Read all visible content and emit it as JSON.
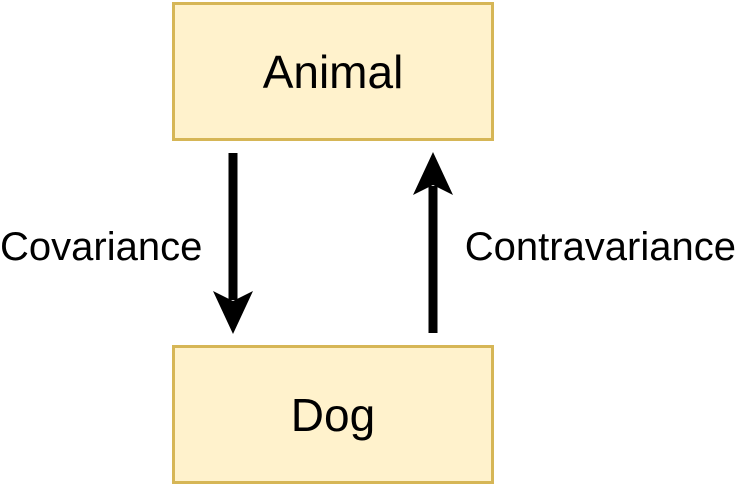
{
  "diagram": {
    "nodes": [
      {
        "id": "animal",
        "label": "Animal"
      },
      {
        "id": "dog",
        "label": "Dog"
      }
    ],
    "edges": [
      {
        "id": "covariance",
        "label": "Covariance",
        "direction": "down",
        "from": "Animal",
        "to": "Dog"
      },
      {
        "id": "contravariance",
        "label": "Contravariance",
        "direction": "up",
        "from": "Dog",
        "to": "Animal"
      }
    ],
    "colors": {
      "node_fill": "#FFF2CC",
      "node_border": "#D6B656",
      "arrow": "#000000",
      "text": "#000000",
      "background": "#FFFFFF"
    }
  }
}
